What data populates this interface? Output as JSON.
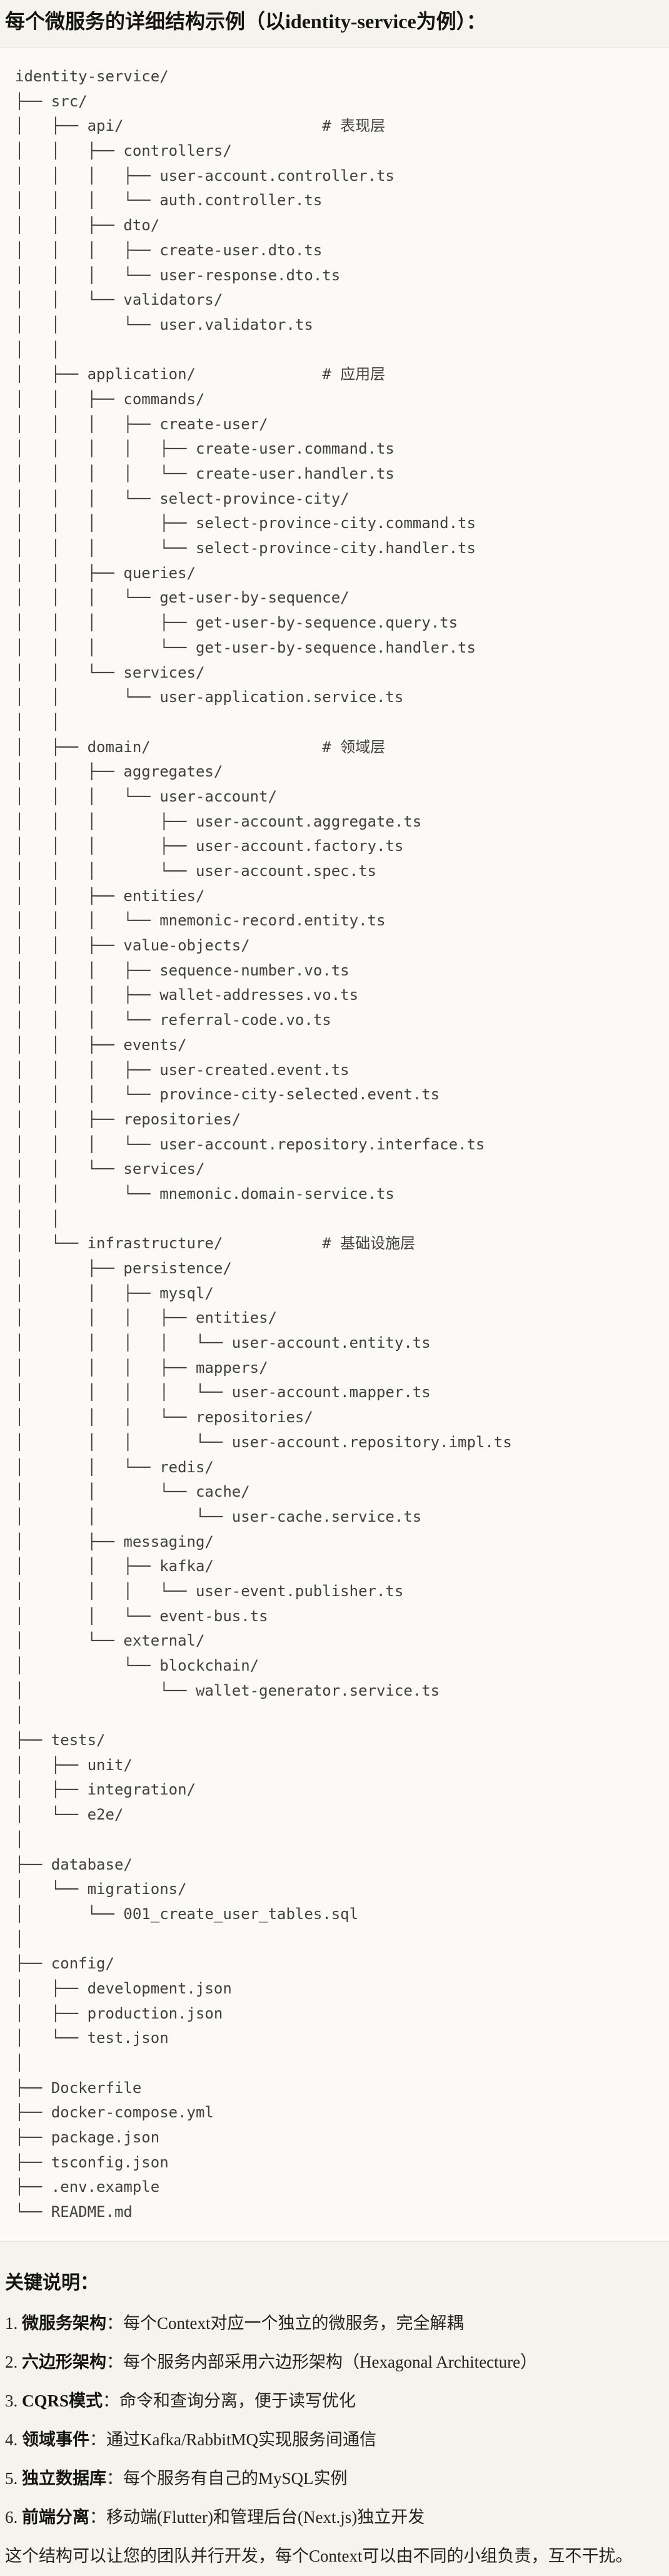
{
  "page": {
    "title": "每个微服务的详细结构示例（以identity-service为例）："
  },
  "tree": {
    "lines": [
      "identity-service/",
      "├── src/",
      "│   ├── api/                      # 表现层",
      "│   │   ├── controllers/",
      "│   │   │   ├── user-account.controller.ts",
      "│   │   │   └── auth.controller.ts",
      "│   │   ├── dto/",
      "│   │   │   ├── create-user.dto.ts",
      "│   │   │   └── user-response.dto.ts",
      "│   │   └── validators/",
      "│   │       └── user.validator.ts",
      "│   │",
      "│   ├── application/              # 应用层",
      "│   │   ├── commands/",
      "│   │   │   ├── create-user/",
      "│   │   │   │   ├── create-user.command.ts",
      "│   │   │   │   └── create-user.handler.ts",
      "│   │   │   └── select-province-city/",
      "│   │   │       ├── select-province-city.command.ts",
      "│   │   │       └── select-province-city.handler.ts",
      "│   │   ├── queries/",
      "│   │   │   └── get-user-by-sequence/",
      "│   │   │       ├── get-user-by-sequence.query.ts",
      "│   │   │       └── get-user-by-sequence.handler.ts",
      "│   │   └── services/",
      "│   │       └── user-application.service.ts",
      "│   │",
      "│   ├── domain/                   # 领域层",
      "│   │   ├── aggregates/",
      "│   │   │   └── user-account/",
      "│   │   │       ├── user-account.aggregate.ts",
      "│   │   │       ├── user-account.factory.ts",
      "│   │   │       └── user-account.spec.ts",
      "│   │   ├── entities/",
      "│   │   │   └── mnemonic-record.entity.ts",
      "│   │   ├── value-objects/",
      "│   │   │   ├── sequence-number.vo.ts",
      "│   │   │   ├── wallet-addresses.vo.ts",
      "│   │   │   └── referral-code.vo.ts",
      "│   │   ├── events/",
      "│   │   │   ├── user-created.event.ts",
      "│   │   │   └── province-city-selected.event.ts",
      "│   │   ├── repositories/",
      "│   │   │   └── user-account.repository.interface.ts",
      "│   │   └── services/",
      "│   │       └── mnemonic.domain-service.ts",
      "│   │",
      "│   └── infrastructure/           # 基础设施层",
      "│       ├── persistence/",
      "│       │   ├── mysql/",
      "│       │   │   ├── entities/",
      "│       │   │   │   └── user-account.entity.ts",
      "│       │   │   ├── mappers/",
      "│       │   │   │   └── user-account.mapper.ts",
      "│       │   │   └── repositories/",
      "│       │   │       └── user-account.repository.impl.ts",
      "│       │   └── redis/",
      "│       │       └── cache/",
      "│       │           └── user-cache.service.ts",
      "│       ├── messaging/",
      "│       │   ├── kafka/",
      "│       │   │   └── user-event.publisher.ts",
      "│       │   └── event-bus.ts",
      "│       └── external/",
      "│           └── blockchain/",
      "│               └── wallet-generator.service.ts",
      "│",
      "├── tests/",
      "│   ├── unit/",
      "│   ├── integration/",
      "│   └── e2e/",
      "│",
      "├── database/",
      "│   └── migrations/",
      "│       └── 001_create_user_tables.sql",
      "│",
      "├── config/",
      "│   ├── development.json",
      "│   ├── production.json",
      "│   └── test.json",
      "│",
      "├── Dockerfile",
      "├── docker-compose.yml",
      "├── package.json",
      "├── tsconfig.json",
      "├── .env.example",
      "└── README.md"
    ]
  },
  "notes": {
    "heading": "关键说明：",
    "items": [
      {
        "num": "1.",
        "label": "微服务架构",
        "desc": "：每个Context对应一个独立的微服务，完全解耦"
      },
      {
        "num": "2.",
        "label": "六边形架构",
        "desc": "：每个服务内部采用六边形架构（Hexagonal Architecture）"
      },
      {
        "num": "3.",
        "label": "CQRS模式",
        "desc": "：命令和查询分离，便于读写优化"
      },
      {
        "num": "4.",
        "label": "领域事件",
        "desc": "：通过Kafka/RabbitMQ实现服务间通信"
      },
      {
        "num": "5.",
        "label": "独立数据库",
        "desc": "：每个服务有自己的MySQL实例"
      },
      {
        "num": "6.",
        "label": "前端分离",
        "desc": "：移动端(Flutter)和管理后台(Next.js)独立开发"
      }
    ],
    "closing": "这个结构可以让您的团队并行开发，每个Context可以由不同的小组负责，互不干扰。"
  }
}
